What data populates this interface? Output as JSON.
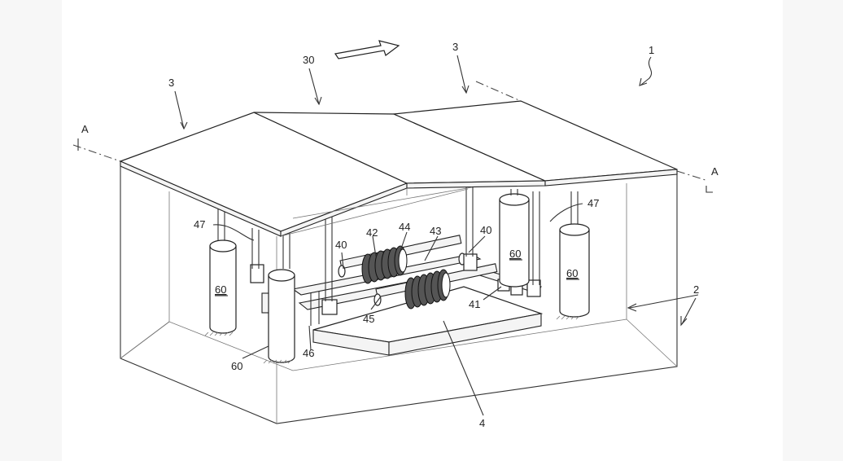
{
  "labels": {
    "l1": "1",
    "l2": "2",
    "l3a": "3",
    "l3b": "3",
    "l30": "30",
    "la_left": "A",
    "la_right": "A",
    "l4": "4",
    "l40a": "40",
    "l40b": "40",
    "l41": "41",
    "l42": "42",
    "l43": "43",
    "l44": "44",
    "l45": "45",
    "l46": "46",
    "l47a": "47",
    "l47b": "47",
    "l60a": "60",
    "l60b": "60",
    "l60c": "60",
    "l60d": "60"
  }
}
